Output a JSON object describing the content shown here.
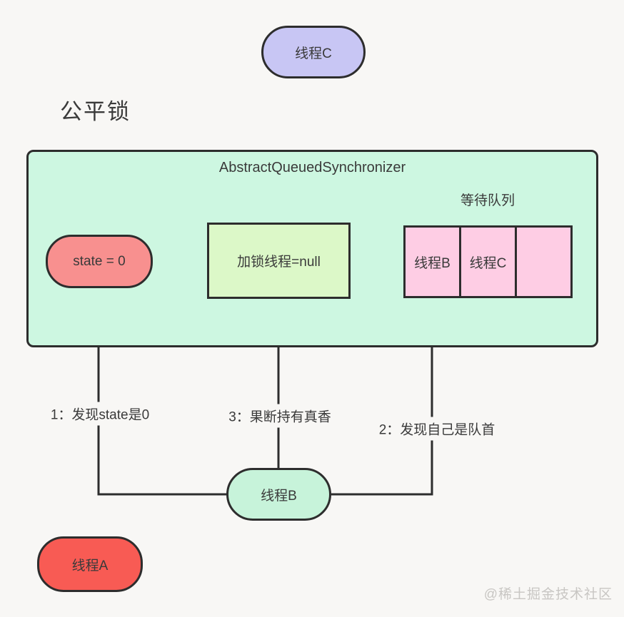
{
  "page": {
    "title": "公平锁",
    "watermark": "@稀土掘金技术社区",
    "background_color": "#f8f7f5",
    "line_color": "#2d2d2d",
    "text_color": "#3a3a3a"
  },
  "nodes": {
    "thread_c_top": {
      "label": "线程C",
      "color": "#c8c6f4"
    },
    "aqs": {
      "title": "AbstractQueuedSynchronizer",
      "color": "#cdf7e1"
    },
    "state_box": {
      "label": "state = 0",
      "color": "#f8908f"
    },
    "lock_thread_box": {
      "label": "加锁线程=null",
      "color": "#dcf8c8"
    },
    "wait_queue": {
      "title": "等待队列",
      "cells": [
        "线程B",
        "线程C",
        ""
      ],
      "color": "#fecde4"
    },
    "thread_b_bottom": {
      "label": "线程B",
      "color": "#c7f3da"
    },
    "thread_a": {
      "label": "线程A",
      "color": "#f85b54"
    }
  },
  "arrows": [
    {
      "id": 1,
      "label": "1：发现state是0",
      "from": "thread_b_bottom",
      "to": "state_box"
    },
    {
      "id": 2,
      "label": "2：发现自己是队首",
      "from": "thread_b_bottom",
      "to": "wait_queue"
    },
    {
      "id": 3,
      "label": "3：果断持有真香",
      "from": "thread_b_bottom",
      "to": "lock_thread_box"
    }
  ]
}
